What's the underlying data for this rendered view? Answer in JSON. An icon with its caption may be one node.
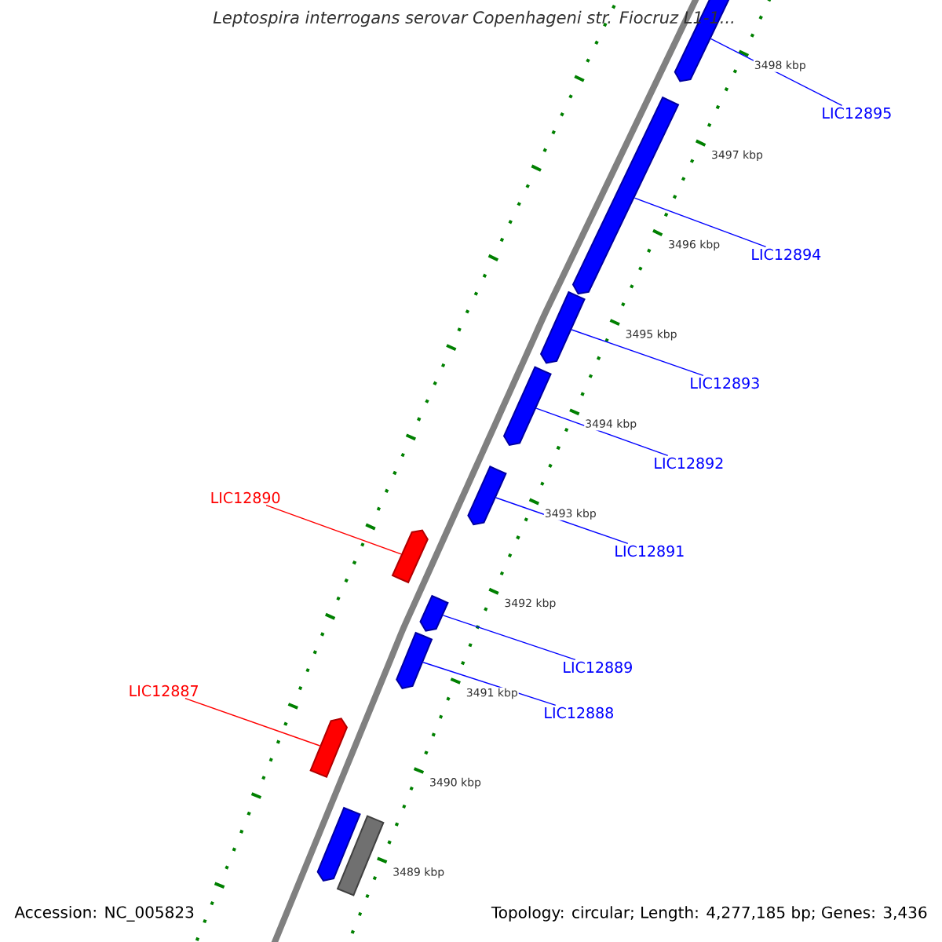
{
  "diagram": {
    "title": "Leptospira interrogans serovar Copenhageni str. Fiocruz L1-1...",
    "nodes": [
      {
        "text": [],
        "shape": "arrow"
      },
      {
        "text": [],
        "shape": "arrow"
      },
      {
        "text": [],
        "shape": "arrow"
      },
      {
        "text": [],
        "shape": "arrow"
      },
      {
        "text": [],
        "shape": "arrow"
      },
      {
        "text": [],
        "shape": "arrow"
      },
      {
        "text": [],
        "shape": "arrow"
      },
      {
        "text": [],
        "shape": "arrow"
      },
      {
        "text": [],
        "shape": "arrow"
      },
      {
        "text": [],
        "shape": "arrow"
      },
      {
        "text": [],
        "shape": "bar"
      },
      {
        "text": [
          "LIC12895"
        ]
      },
      {
        "text": [
          "LIC12894"
        ]
      },
      {
        "text": [
          "LIC12893"
        ]
      },
      {
        "text": [
          "LIC12892"
        ]
      },
      {
        "text": [
          "LIC12891"
        ]
      },
      {
        "text": [
          "LIC12890"
        ]
      },
      {
        "text": [
          "LIC12889"
        ]
      },
      {
        "text": [
          "LIC12888"
        ]
      },
      {
        "text": [
          "LIC12887"
        ]
      }
    ],
    "edges": [
      {
        "from": 11,
        "to": 0,
        "arrow": "none"
      },
      {
        "from": 12,
        "to": 1,
        "arrow": "none"
      },
      {
        "from": 13,
        "to": 2,
        "arrow": "none"
      },
      {
        "from": 14,
        "to": 3,
        "arrow": "none"
      },
      {
        "from": 15,
        "to": 4,
        "arrow": "none"
      },
      {
        "from": 16,
        "to": 5,
        "arrow": "none",
        "color": "#ff0000"
      },
      {
        "from": 17,
        "to": 6,
        "arrow": "none"
      },
      {
        "from": 18,
        "to": 7,
        "arrow": "none"
      },
      {
        "from": 19,
        "to": 8,
        "arrow": "none",
        "color": "#ff0000"
      }
    ],
    "labels": [
      "3498 kbp",
      "3497 kbp",
      "3496 kbp",
      "3495 kbp",
      "3494 kbp",
      "3493 kbp",
      "3492 kbp",
      "3491 kbp",
      "3490 kbp",
      "3489 kbp",
      "Accession: NC_005823",
      "Topology: circular; Length: 4,277,185 bp; Genes: 3,436"
    ]
  }
}
